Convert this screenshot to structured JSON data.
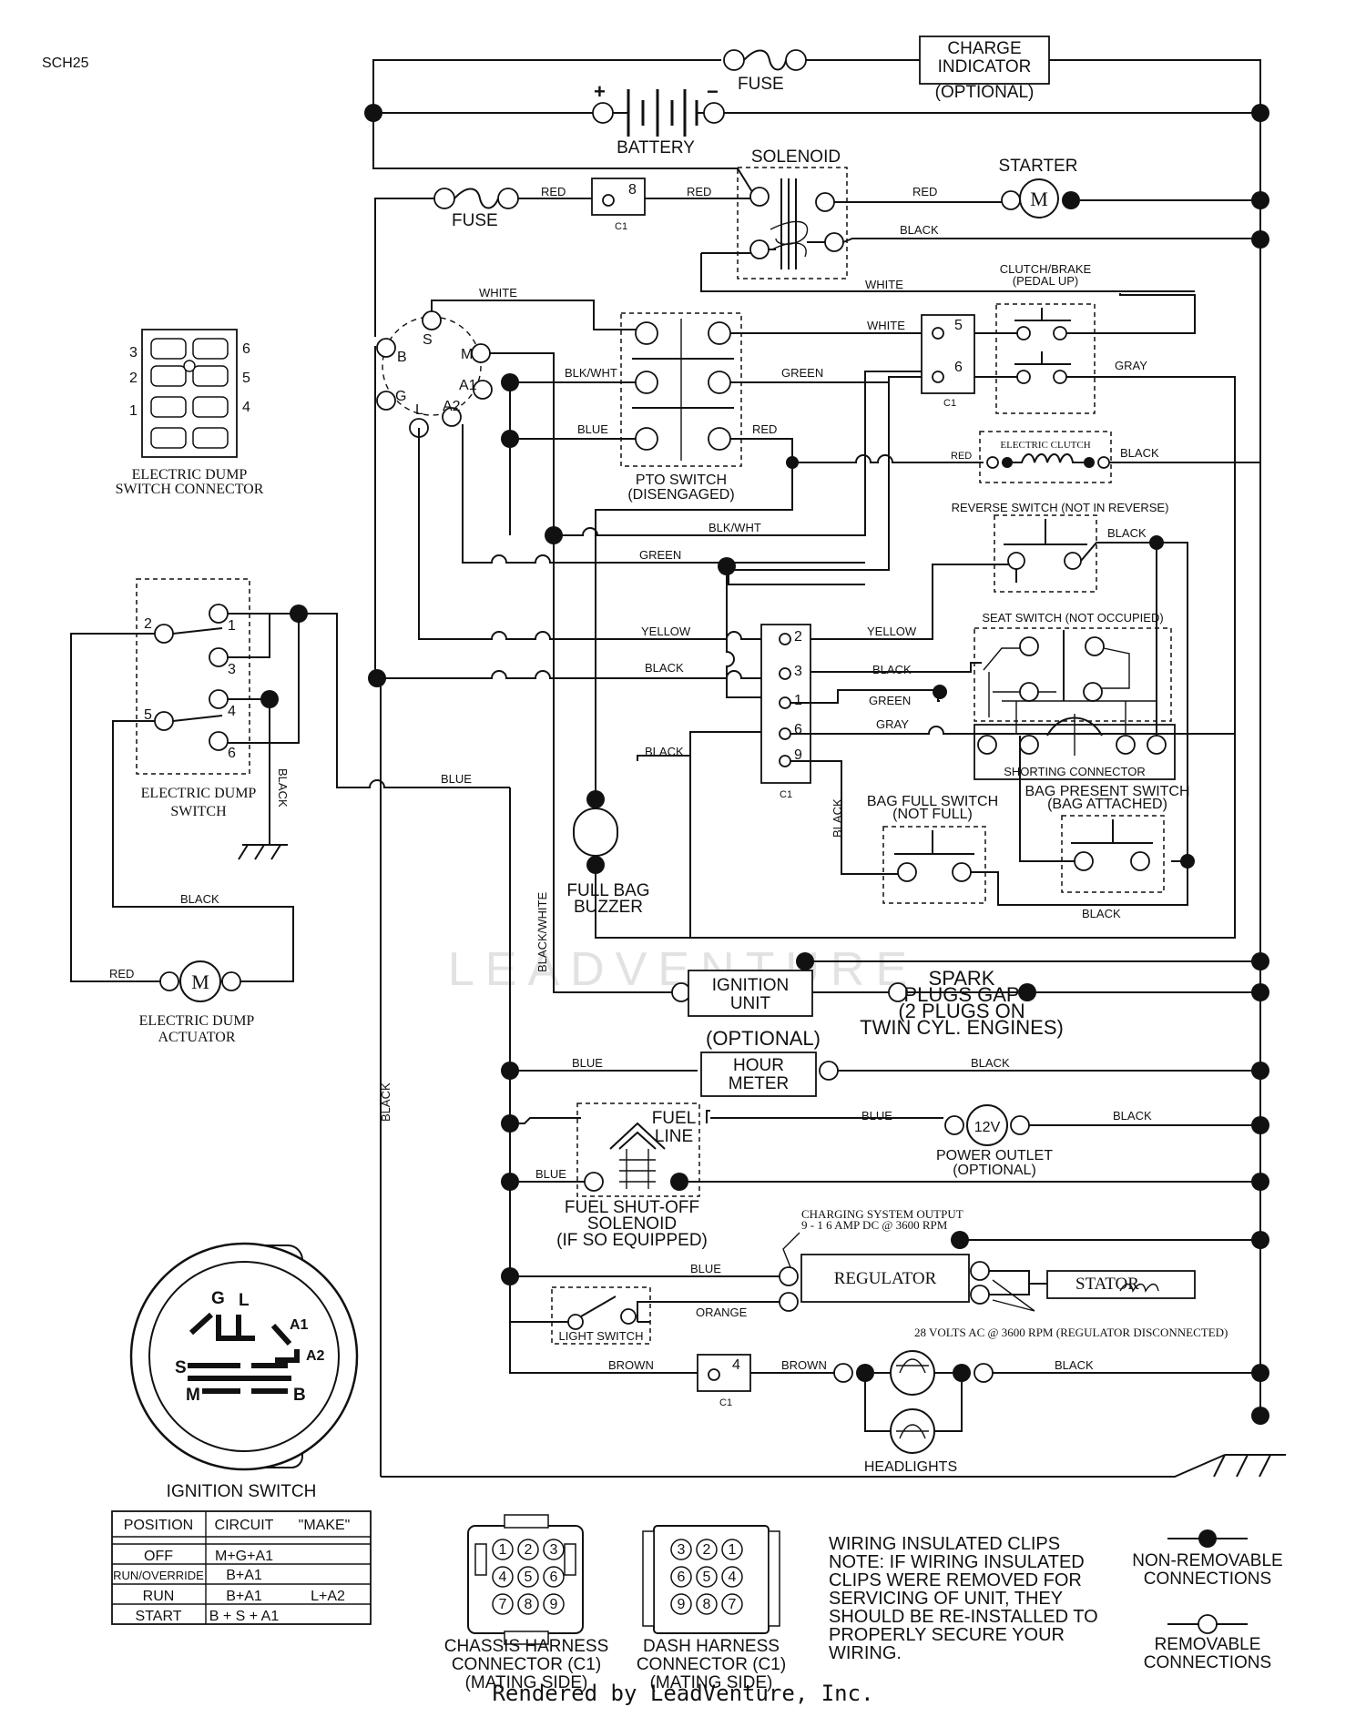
{
  "diagram_id": "SCH25",
  "footer": "Rendered by LeadVenture, Inc.",
  "watermark": "LEADVENTURE",
  "wire_colors": {
    "red": "RED",
    "white": "WHITE",
    "black": "BLACK",
    "blue": "BLUE",
    "green": "GREEN",
    "gray": "GRAY",
    "yellow": "YELLOW",
    "blkwht": "BLK/WHT",
    "black_white": "BLACK/WHITE",
    "orange": "ORANGE",
    "brown": "BROWN"
  },
  "components": {
    "fuse": "FUSE",
    "charge_indicator_1": "CHARGE",
    "charge_indicator_2": "INDICATOR",
    "optional_paren": "(OPTIONAL)",
    "battery": "BATTERY",
    "battery_pos": "+",
    "battery_neg": "−",
    "solenoid": "SOLENOID",
    "starter": "STARTER",
    "motor_symbol": "M",
    "connector_c1": "C1",
    "clutch_brake_1": "CLUTCH/BRAKE",
    "clutch_brake_2": "(PEDAL UP)",
    "pto_switch_1": "PTO SWITCH",
    "pto_switch_2": "(DISENGAGED)",
    "electric_clutch": "ELECTRIC CLUTCH",
    "reverse_switch": "REVERSE SWITCH (NOT IN REVERSE)",
    "seat_switch": "SEAT SWITCH (NOT OCCUPIED)",
    "shorting_connector": "SHORTING CONNECTOR",
    "bag_full_switch_1": "BAG FULL SWITCH",
    "bag_full_switch_2": "(NOT FULL)",
    "bag_present_switch_1": "BAG PRESENT SWITCH",
    "bag_present_switch_2": "(BAG ATTACHED)",
    "full_bag_buzzer_1": "FULL BAG",
    "full_bag_buzzer_2": "BUZZER",
    "ignition_unit_1": "IGNITION",
    "ignition_unit_2": "UNIT",
    "spark_plugs_1": "SPARK",
    "spark_plugs_2": "PLUGS GAP",
    "spark_plugs_3": "(2 PLUGS ON",
    "spark_plugs_4": "TWIN CYL. ENGINES)",
    "optional_upper": "(OPTIONAL)",
    "hour_meter_1": "HOUR",
    "hour_meter_2": "METER",
    "fuel_line_1": "FUEL",
    "fuel_line_2": "LINE",
    "power_outlet_symbol": "12V",
    "power_outlet_1": "POWER OUTLET",
    "power_outlet_2": "(OPTIONAL)",
    "fuel_solenoid_1": "FUEL SHUT-OFF",
    "fuel_solenoid_2": "SOLENOID",
    "fuel_solenoid_3": "(IF SO EQUIPPED)",
    "charging_output_1": "CHARGING SYSTEM OUTPUT",
    "charging_output_2": "9 - 1 6 AMP DC @ 3600 RPM",
    "regulator": "REGULATOR",
    "stator": "STATOR",
    "stator_note": "28 VOLTS AC @ 3600 RPM (REGULATOR DISCONNECTED)",
    "light_switch": "LIGHT SWITCH",
    "headlights": "HEADLIGHTS",
    "electric_dump_connector_1": "ELECTRIC DUMP",
    "electric_dump_connector_2": "SWITCH CONNECTOR",
    "electric_dump_switch_1": "ELECTRIC DUMP",
    "electric_dump_switch_2": "SWITCH",
    "electric_dump_actuator_1": "ELECTRIC DUMP",
    "electric_dump_actuator_2": "ACTUATOR",
    "ignition_switch_title": "IGNITION SWITCH",
    "ign_terminals": {
      "s": "S",
      "b": "B",
      "m": "M",
      "g": "G",
      "l": "L",
      "a1": "A1",
      "a2": "A2"
    }
  },
  "c1_pins": [
    "8",
    "5",
    "6",
    "2",
    "3",
    "1",
    "6",
    "9",
    "4"
  ],
  "dump_switch_pins": [
    "1",
    "2",
    "3",
    "4",
    "5",
    "6"
  ],
  "dump_connector_pins": [
    "3",
    "6",
    "2",
    "5",
    "1",
    "4"
  ],
  "ignition_table": {
    "headers": [
      "POSITION",
      "CIRCUIT",
      "\"MAKE\""
    ],
    "rows": [
      {
        "position": "OFF",
        "circuit": "M+G+A1",
        "make": ""
      },
      {
        "position": "RUN/OVERRIDE",
        "circuit": "B+A1",
        "make": ""
      },
      {
        "position": "RUN",
        "circuit": "B+A1",
        "make": "L+A2"
      },
      {
        "position": "START",
        "circuit": "B + S + A1",
        "make": ""
      }
    ]
  },
  "harness_connectors": {
    "chassis_1": "CHASSIS HARNESS",
    "chassis_2": "CONNECTOR (C1)",
    "chassis_3": "(MATING SIDE)",
    "chassis_pins": [
      "1",
      "2",
      "3",
      "4",
      "5",
      "6",
      "7",
      "8",
      "9"
    ],
    "dash_1": "DASH HARNESS",
    "dash_2": "CONNECTOR (C1)",
    "dash_3": "(MATING SIDE)",
    "dash_pins": [
      "3",
      "2",
      "1",
      "6",
      "5",
      "4",
      "9",
      "8",
      "7"
    ]
  },
  "notes": {
    "clip_lines": [
      "WIRING INSULATED CLIPS",
      "NOTE: IF WIRING INSULATED",
      "CLIPS WERE REMOVED FOR",
      "SERVICING OF UNIT, THEY",
      "SHOULD BE RE-INSTALLED TO",
      "PROPERLY SECURE YOUR",
      "WIRING."
    ],
    "non_removable_1": "NON-REMOVABLE",
    "non_removable_2": "CONNECTIONS",
    "removable_1": "REMOVABLE",
    "removable_2": "CONNECTIONS"
  }
}
